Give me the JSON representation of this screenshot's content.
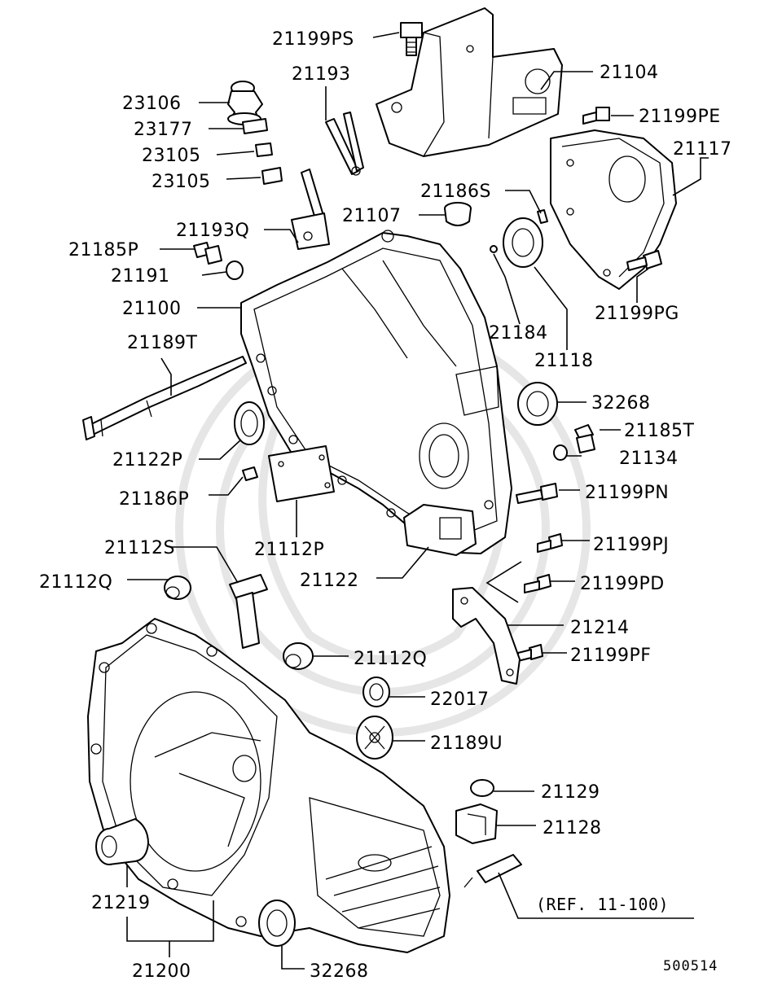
{
  "labels": {
    "p21199PS": "21199PS",
    "p21193": "21193",
    "p21104": "21104",
    "p23106": "23106",
    "p23177": "23177",
    "p23105a": "23105",
    "p23105b": "23105",
    "p21199PE": "21199PE",
    "p21117": "21117",
    "p21186S": "21186S",
    "p21107": "21107",
    "p21193Q": "21193Q",
    "p21185P": "21185P",
    "p21191": "21191",
    "p21100": "21100",
    "p21199PG": "21199PG",
    "p21184": "21184",
    "p21118": "21118",
    "p21189T": "21189T",
    "p32268a": "32268",
    "p21185T": "21185T",
    "p21122P": "21122P",
    "p21134": "21134",
    "p21186P": "21186P",
    "p21199PN": "21199PN",
    "p21112P": "21112P",
    "p21112S": "21112S",
    "p21199PJ": "21199PJ",
    "p21122": "21122",
    "p21112Qa": "21112Q",
    "p21199PD": "21199PD",
    "p21214": "21214",
    "p21112Qb": "21112Q",
    "p21199PF": "21199PF",
    "p22017": "22017",
    "p21189U": "21189U",
    "p21129": "21129",
    "p21128": "21128",
    "p21219": "21219",
    "p21200": "21200",
    "p32268b": "32268",
    "ref": "(REF. 11-100)",
    "diagram_no": "500514"
  }
}
